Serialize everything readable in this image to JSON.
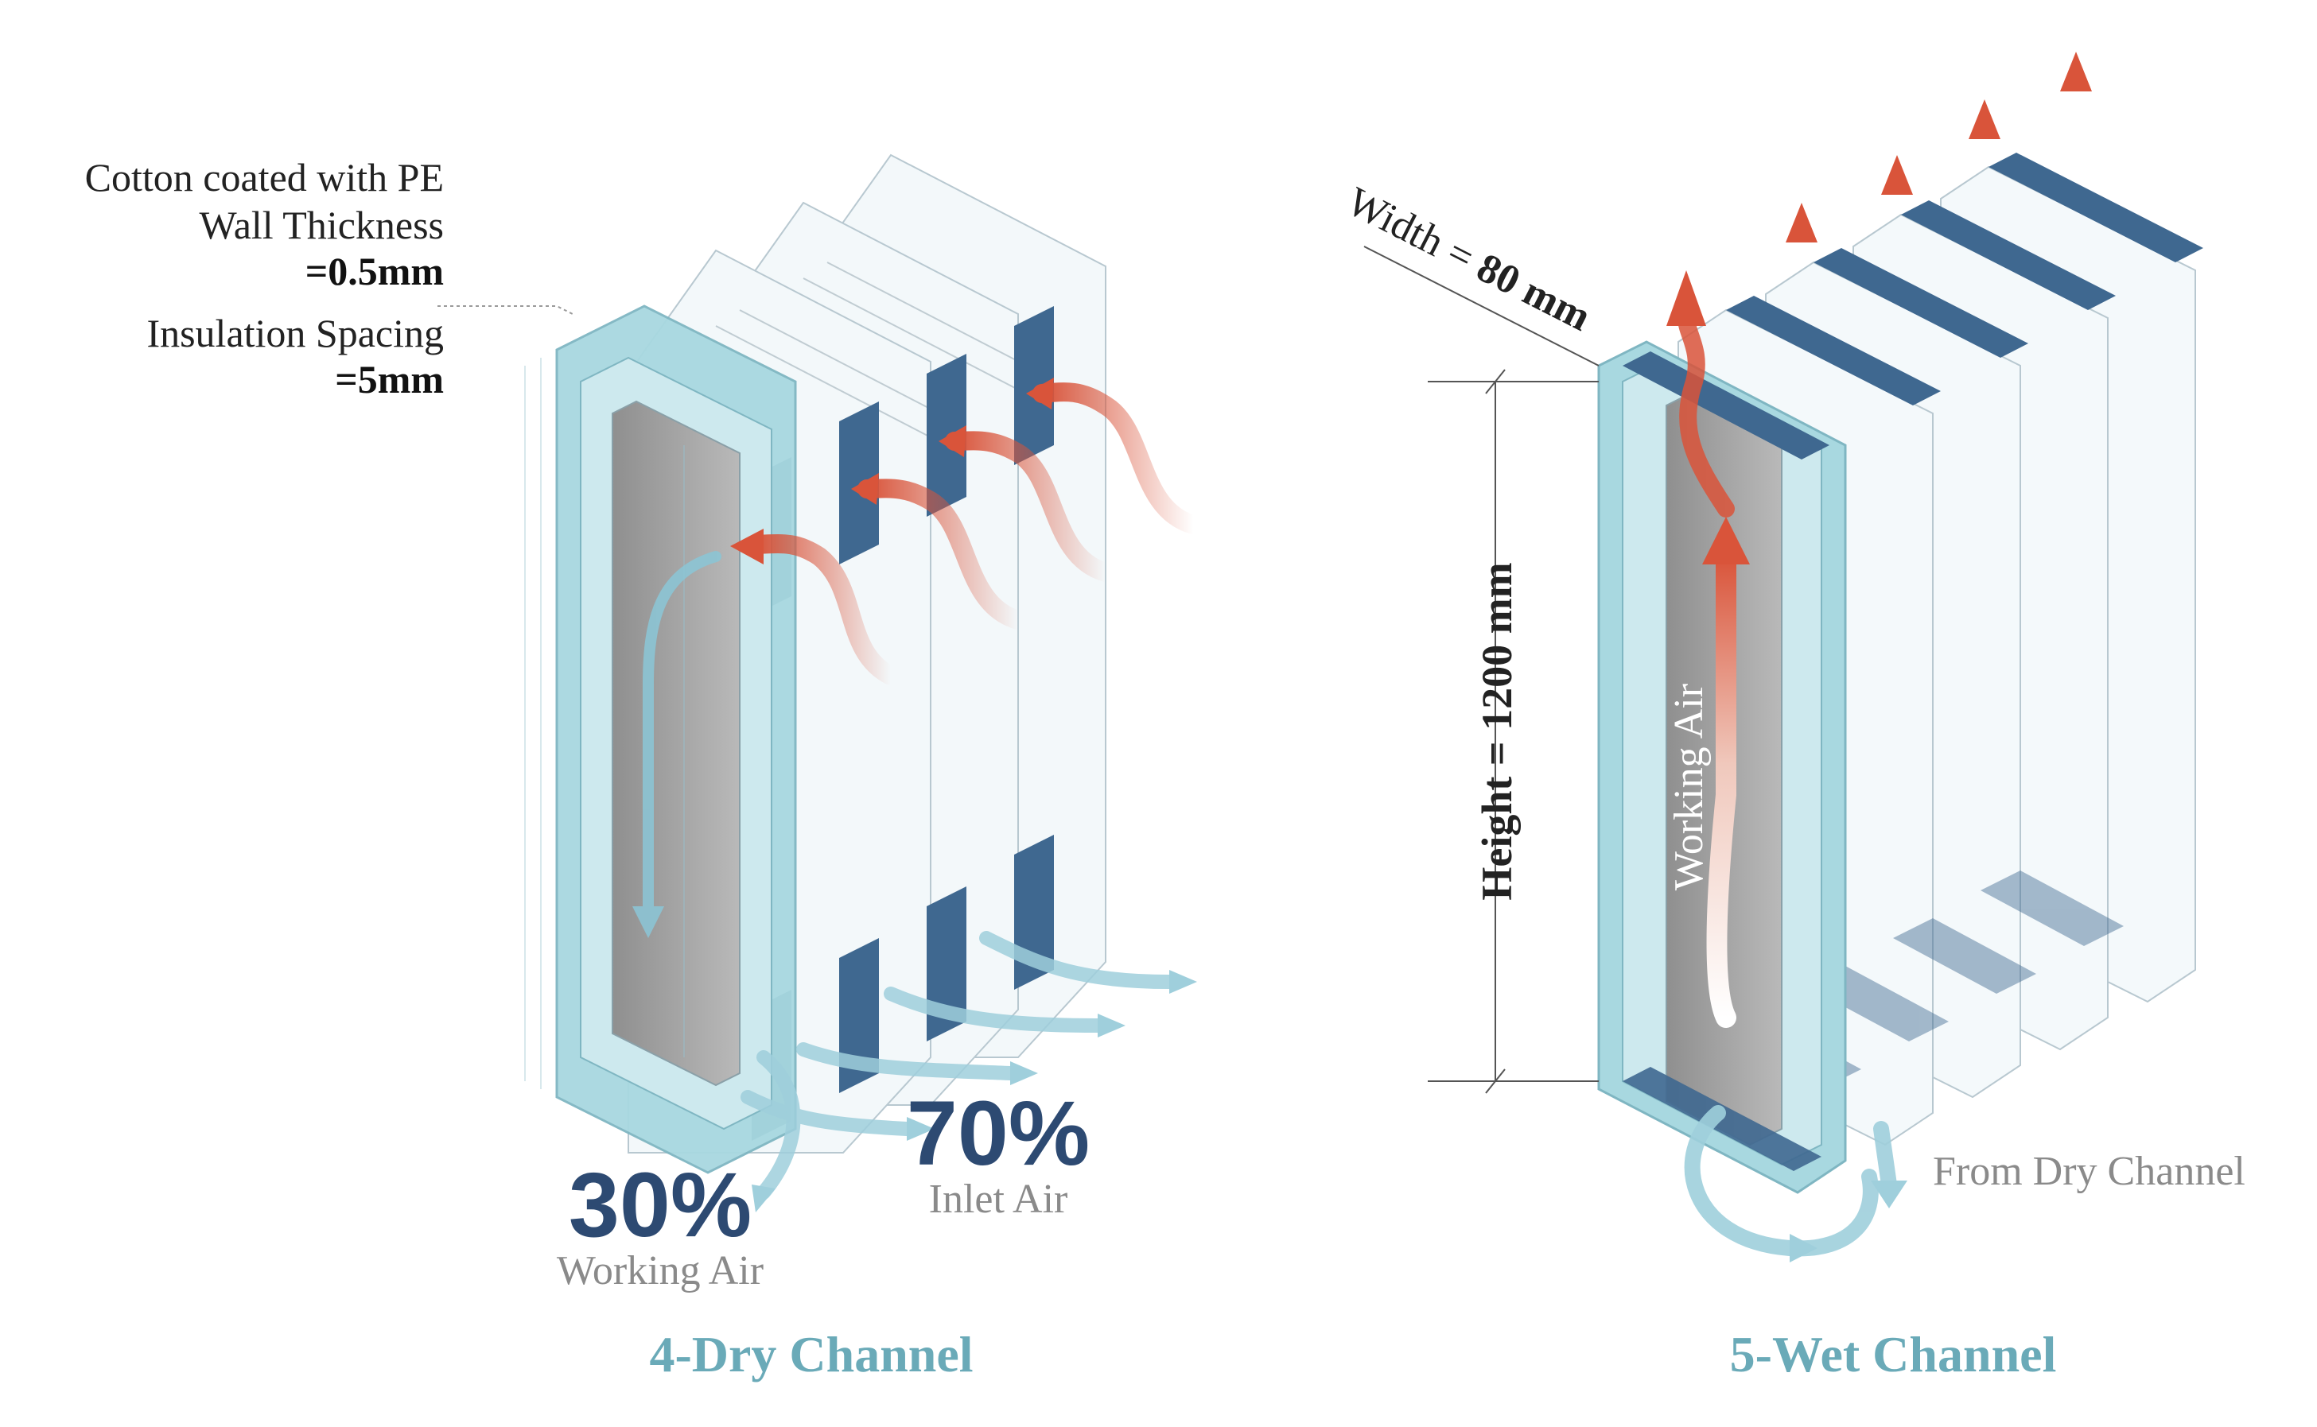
{
  "left_panel": {
    "title": "4-Dry Channel",
    "material_line1": "Cotton coated with PE",
    "material_line2": "Wall Thickness",
    "material_value": "=0.5mm",
    "spacing_label": "Insulation Spacing",
    "spacing_value": "=5mm",
    "working_percent": "30%",
    "working_label": "Working Air",
    "inlet_percent": "70%",
    "inlet_label": "Inlet Air"
  },
  "right_panel": {
    "title": "5-Wet Channel",
    "width_prefix": "Width = ",
    "width_value": "80 mm",
    "height_label": "Height = 1200 mm",
    "working_air_label": "Working Air",
    "from_dry_label": "From Dry Channel"
  },
  "colors": {
    "accent_title": "#6aaab8",
    "percent_navy": "#2d4a72",
    "channel_cyan": "#a8d8e0",
    "channel_dark_blue": "#3f6890",
    "hot_air_red": "#d9543a",
    "cold_air_blue": "#8cc4d4"
  }
}
